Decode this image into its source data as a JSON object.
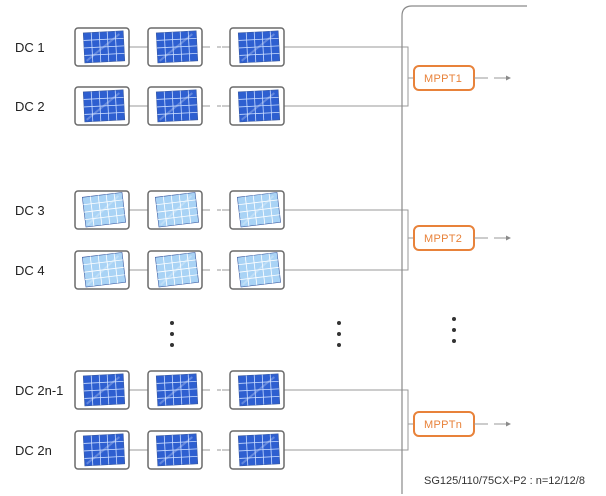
{
  "rows": [
    {
      "label": "DC 1",
      "variant": "dark"
    },
    {
      "label": "DC 2",
      "variant": "dark"
    },
    {
      "label": "DC 3",
      "variant": "light"
    },
    {
      "label": "DC 4",
      "variant": "light"
    },
    {
      "label": "DC 2n-1",
      "variant": "dark"
    },
    {
      "label": "DC 2n",
      "variant": "dark"
    }
  ],
  "mppts": [
    {
      "label": "MPPT1"
    },
    {
      "label": "MPPT2"
    },
    {
      "label": "MPPTn"
    }
  ],
  "footnote": "SG125/110/75CX-P2 : n=12/12/8",
  "colors": {
    "panel_dark": "#2e5fd0",
    "panel_light": "#a9d3f5",
    "mppt_accent": "#e8823a"
  },
  "icons": [
    "solar-panel-icon",
    "ellipsis-vertical-icon",
    "arrow-right-icon"
  ]
}
